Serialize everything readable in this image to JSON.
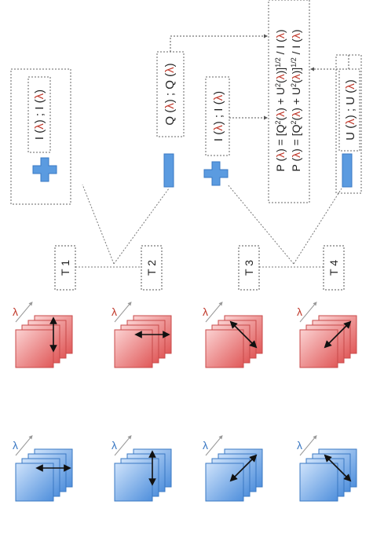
{
  "lambda": "λ",
  "stacks_blue": [
    {
      "label": "λ",
      "arrow": "horizontal"
    },
    {
      "label": "λ",
      "arrow": "vertical"
    },
    {
      "label": "λ",
      "arrow": "diag-up"
    },
    {
      "label": "λ",
      "arrow": "diag-down"
    }
  ],
  "stacks_red": [
    {
      "label": "λ",
      "arrow": "vertical"
    },
    {
      "label": "λ",
      "arrow": "horizontal"
    },
    {
      "label": "λ",
      "arrow": "diag-down"
    },
    {
      "label": "λ",
      "arrow": "diag-up"
    }
  ],
  "t_labels": [
    "T 1",
    "T 2",
    "T 3",
    "T 4"
  ],
  "measurements": [
    {
      "pre": "I (",
      "lam": "λ",
      "mid": ") ; I (",
      "post": ")"
    },
    {
      "pre": "Q (",
      "lam": "λ",
      "mid": ") ; Q (",
      "post": ")"
    },
    {
      "pre": "I (",
      "lam": "λ",
      "mid": ") ; I (",
      "post": ")"
    },
    {
      "pre": "U (",
      "lam": "λ",
      "mid": ") ; U (",
      "post": ")"
    }
  ],
  "formula": {
    "line1": {
      "a": "P (",
      "b": ") = [Q",
      "c": "2",
      "d": "(",
      "e": ") + U",
      "f": "2",
      "g": "(",
      "h": ")]",
      "i": "1/2",
      "j": " / I (",
      "k": ")"
    },
    "line2": {
      "a": "P (",
      "b": ") = [Q",
      "c": "2",
      "d": "(",
      "e": ") + U",
      "f": "2",
      "g": "(",
      "h": ")]",
      "i": "1/2",
      "j": " / I (",
      "k": ")"
    }
  },
  "colors": {
    "blue": "#5b9be0",
    "red": "#e86a6a",
    "lambda": "#c0392b",
    "dotted": "#666"
  }
}
